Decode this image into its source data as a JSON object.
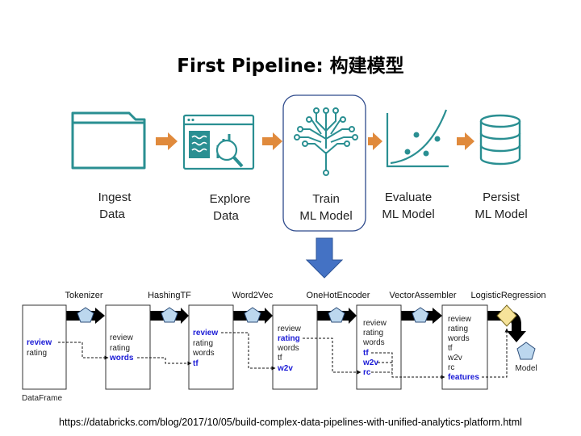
{
  "title": "First Pipeline: 构建模型",
  "stages": [
    {
      "line1": "Ingest",
      "line2": "Data",
      "icon": "folder-icon"
    },
    {
      "line1": "Explore",
      "line2": "Data",
      "icon": "dashboard-magnifier-icon"
    },
    {
      "line1": "Train",
      "line2": "ML Model",
      "icon": "neural-tree-icon",
      "highlighted": true
    },
    {
      "line1": "Evaluate",
      "line2": "ML Model",
      "icon": "scatter-plot-icon"
    },
    {
      "line1": "Persist",
      "line2": "ML Model",
      "icon": "database-icon"
    }
  ],
  "transformers": [
    "Tokenizer",
    "HashingTF",
    "Word2Vec",
    "OneHotEncoder",
    "VectorAssembler",
    "LogisticRegression"
  ],
  "dataframes": [
    {
      "label": "DataFrame",
      "columns": [
        {
          "text": "review",
          "hl": true
        },
        {
          "text": "rating",
          "hl": false
        }
      ]
    },
    {
      "label": "",
      "columns": [
        {
          "text": "review",
          "hl": false
        },
        {
          "text": "rating",
          "hl": false
        },
        {
          "text": "words",
          "hl": true
        }
      ]
    },
    {
      "label": "",
      "columns": [
        {
          "text": "review",
          "hl": true
        },
        {
          "text": "rating",
          "hl": false
        },
        {
          "text": "words",
          "hl": false
        },
        {
          "text": "tf",
          "hl": true
        }
      ]
    },
    {
      "label": "",
      "columns": [
        {
          "text": "review",
          "hl": false
        },
        {
          "text": "rating",
          "hl": true
        },
        {
          "text": "words",
          "hl": false
        },
        {
          "text": "tf",
          "hl": false
        },
        {
          "text": "w2v",
          "hl": true
        }
      ]
    },
    {
      "label": "",
      "columns": [
        {
          "text": "review",
          "hl": false
        },
        {
          "text": "rating",
          "hl": false
        },
        {
          "text": "words",
          "hl": false
        },
        {
          "text": "tf",
          "hl": true
        },
        {
          "text": "w2v",
          "hl": true
        },
        {
          "text": "rc",
          "hl": true
        }
      ]
    },
    {
      "label": "",
      "columns": [
        {
          "text": "review",
          "hl": false
        },
        {
          "text": "rating",
          "hl": false
        },
        {
          "text": "words",
          "hl": false
        },
        {
          "text": "tf",
          "hl": false
        },
        {
          "text": "w2v",
          "hl": false
        },
        {
          "text": "rc",
          "hl": false
        },
        {
          "text": "features",
          "hl": true
        }
      ]
    }
  ],
  "model_label": "Model",
  "source_url": "https://databricks.com/blog/2017/10/05/build-complex-data-pipelines-with-unified-analytics-platform.html",
  "colors": {
    "icon": "#2a8f92",
    "arrow": "#e08a3c",
    "down_arrow": "#4472c4",
    "highlight_text": "#1a1ad6",
    "pentagon": "#bcd7ee",
    "diamond": "#f6e39a"
  }
}
